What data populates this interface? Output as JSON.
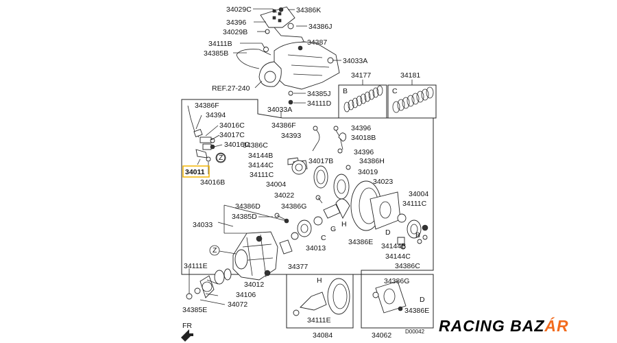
{
  "labels": {
    "l_34029C": "34029C",
    "l_34386K": "34386K",
    "l_34396t": "34396",
    "l_34386J": "34386J",
    "l_34029B": "34029B",
    "l_34111Bt": "34111B",
    "l_34387": "34387",
    "l_34385Bt": "34385B",
    "l_34033A": "34033A",
    "l_ref": "REF.27-240",
    "l_34385J": "34385J",
    "l_34111D": "34111D",
    "l_34177": "34177",
    "l_34181": "34181",
    "l_boxB": "B",
    "l_boxC": "C",
    "l_34386F": "34386F",
    "l_34394": "34394",
    "l_34016C": "34016C",
    "l_34017C": "34017C",
    "l_34016C2": "34016C",
    "l_Z1": "Z",
    "l_34011": "34011",
    "l_34016B": "34016B",
    "l_34033Am": "34033A",
    "l_34386Fm": "34386F",
    "l_34393": "34393",
    "l_34396m": "34396",
    "l_34018B": "34018B",
    "l_34386Cm": "34386C",
    "l_34396m2": "34396",
    "l_34144B": "34144B",
    "l_34144C": "34144C",
    "l_34017B": "34017B",
    "l_34386H": "34386H",
    "l_34111C": "34111C",
    "l_34019": "34019",
    "l_34004": "34004",
    "l_34023": "34023",
    "l_34022": "34022",
    "l_34004r": "34004",
    "l_34386G": "34386G",
    "l_34111Cr": "34111C",
    "l_34386D": "34386D",
    "l_34385D": "34385D",
    "l_G": "G",
    "l_H": "H",
    "l_34033": "34033",
    "l_Z2": "Z",
    "l_C": "C",
    "l_34013": "34013",
    "l_D": "D",
    "l_B": "B",
    "l_34386E": "34386E",
    "l_34144B2": "34144B",
    "l_34377": "34377",
    "l_34144C2": "34144C",
    "l_34386C2": "34386C",
    "l_34111E": "34111E",
    "l_34012": "34012",
    "l_34106": "34106",
    "l_34072": "34072",
    "l_34385E": "34385E",
    "l_H2": "H",
    "l_34386G2": "34386G",
    "l_D2": "D",
    "l_34111E2": "34111E",
    "l_34386E2": "34386E",
    "l_34084": "34084",
    "l_34062": "34062",
    "l_FR": "FR"
  },
  "footer_code": "D00042",
  "brand": {
    "text": "RACING BAZ",
    "accent": "ÁR"
  },
  "highlight": {
    "part": "34011",
    "color": "#f2b400"
  },
  "colors": {
    "line": "#222222",
    "accent": "#f26b1d"
  }
}
